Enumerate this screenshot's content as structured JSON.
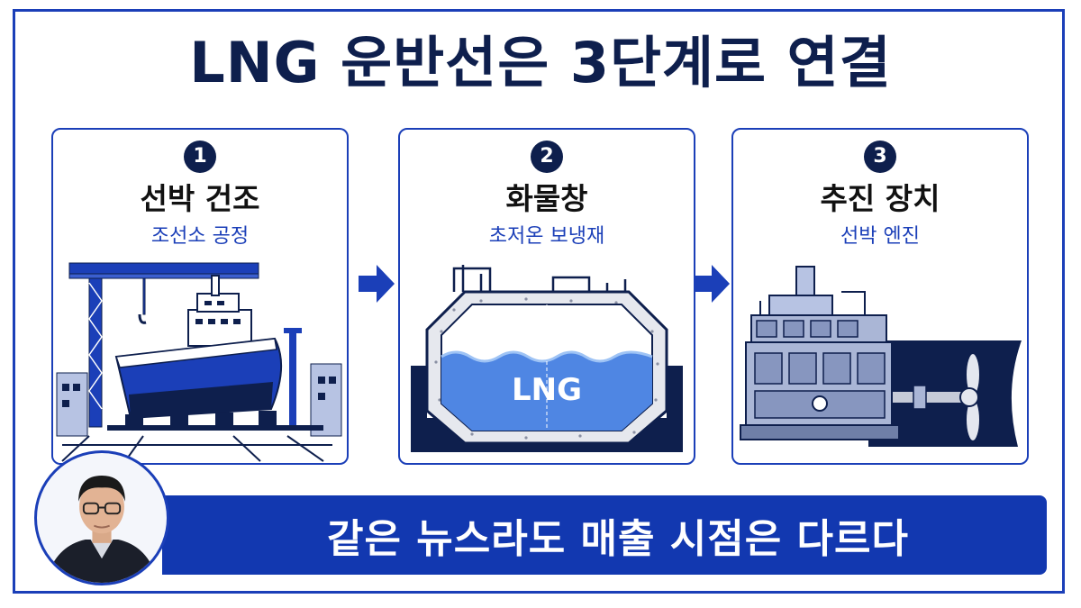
{
  "title": "LNG 운반선은 3단계로 연결",
  "steps": [
    {
      "number": "1",
      "title": "선박 건조",
      "subtitle": "조선소 공정",
      "illustration": "shipyard-crane-ship"
    },
    {
      "number": "2",
      "title": "화물창",
      "subtitle": "초저온 보냉재",
      "illustration": "lng-cargo-tank",
      "tank_label": "LNG"
    },
    {
      "number": "3",
      "title": "추진 장치",
      "subtitle": "선박 엔진",
      "illustration": "ship-engine-propeller"
    }
  ],
  "banner": {
    "text": "같은 뉴스라도 매출 시점은 다르다"
  },
  "colors": {
    "accent": "#1b3fb8",
    "navy": "#0e1f4d",
    "banner": "#1238b0",
    "light_blue": "#9ec3f5"
  }
}
